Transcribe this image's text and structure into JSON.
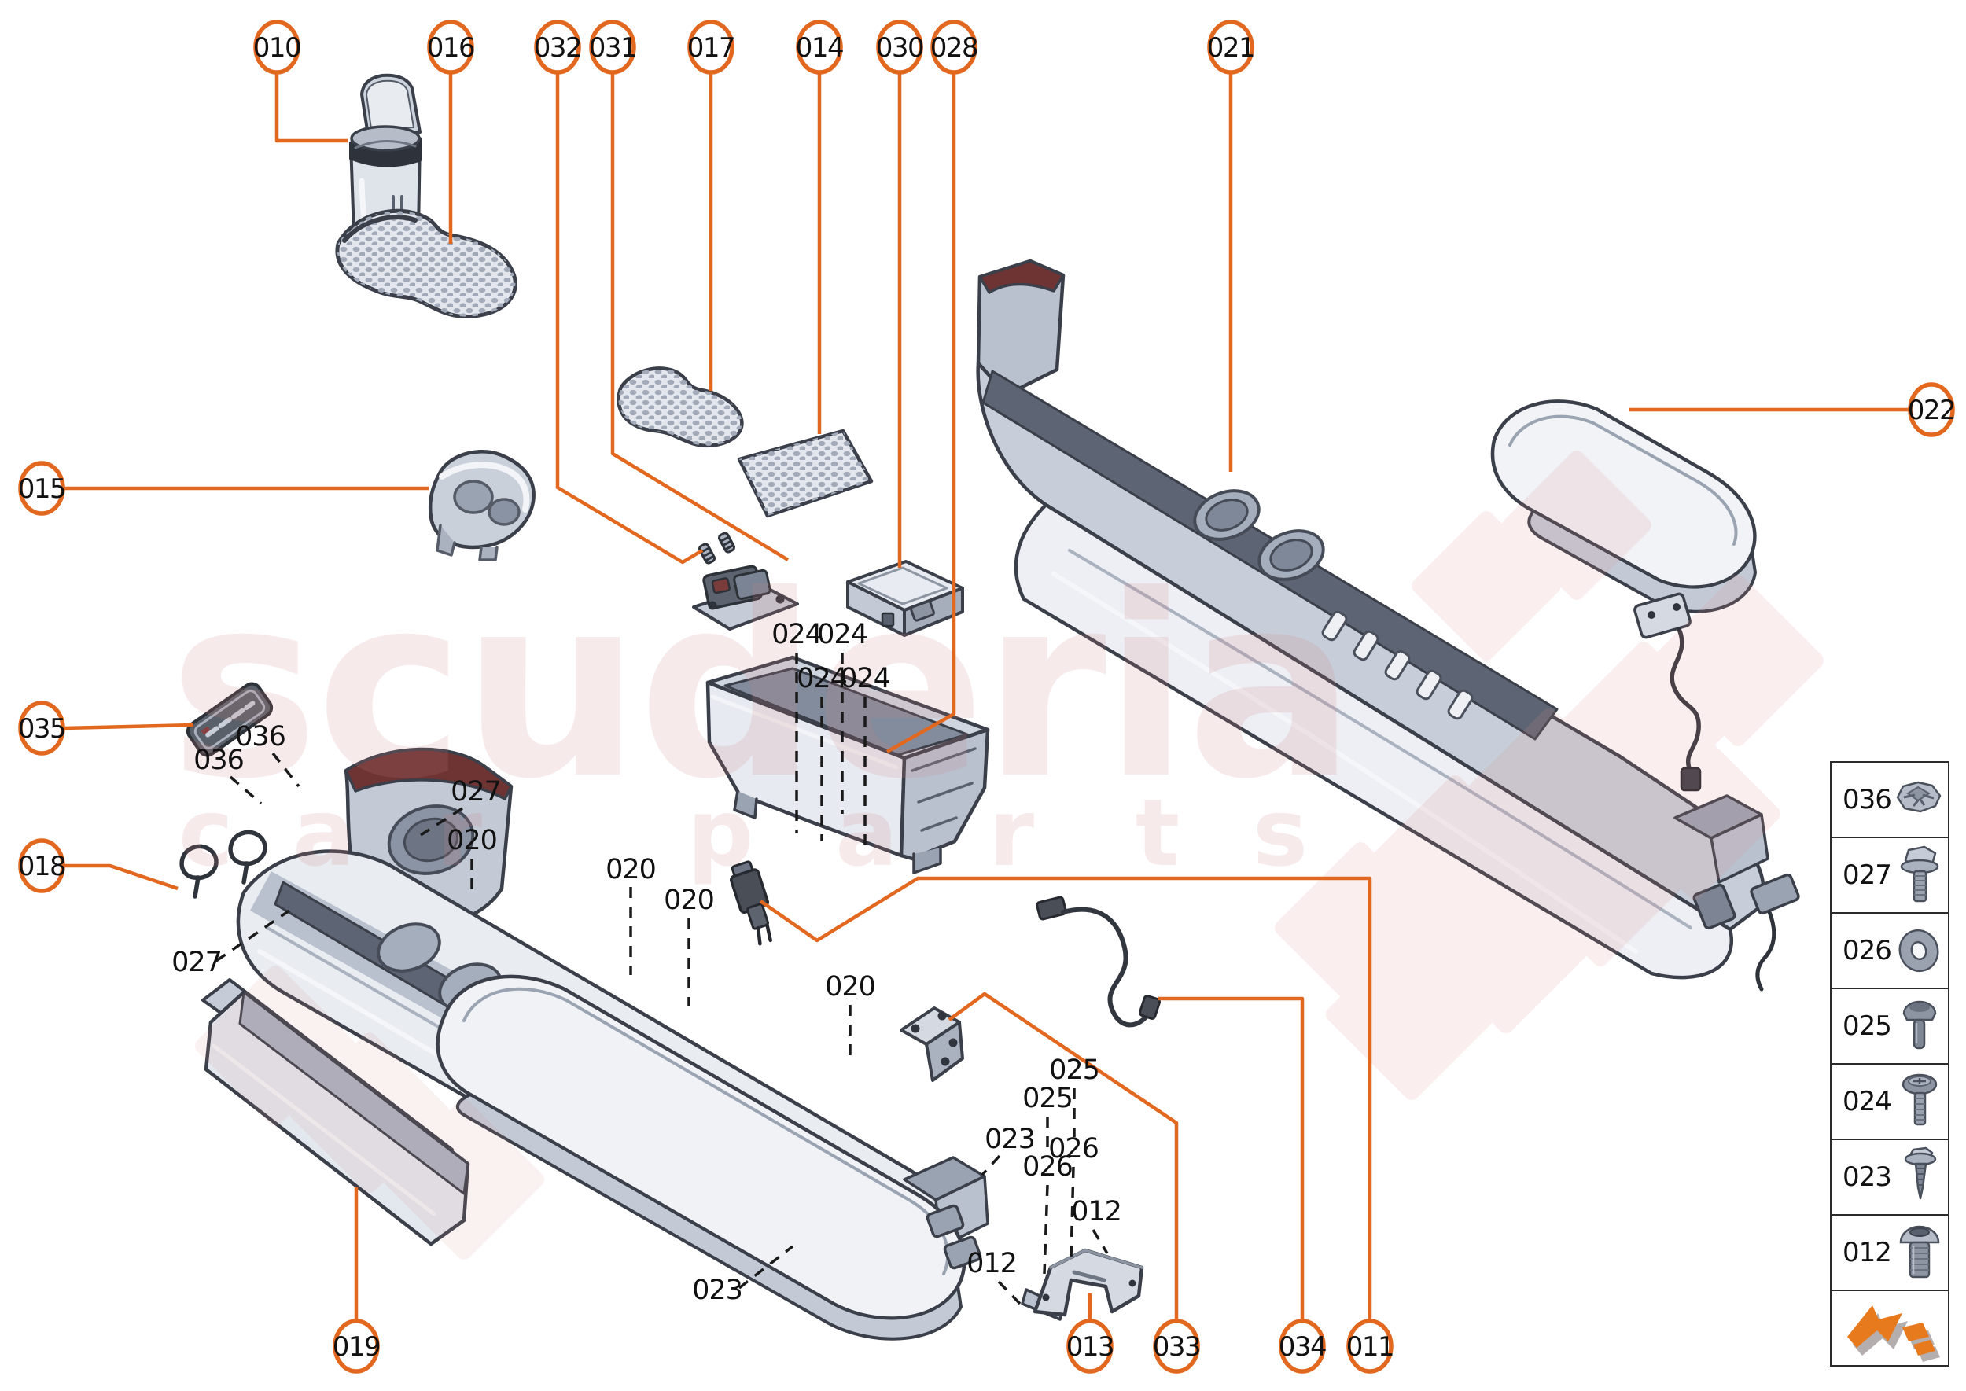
{
  "colors": {
    "accent": "#E2671F",
    "label_text": "#111111",
    "dashed_line": "#1a1a1a",
    "watermark_pink": "#cf8080",
    "table_border": "#2b2b2b",
    "logo_orange": "#e87a1e"
  },
  "callouts": [
    {
      "label": "010"
    },
    {
      "label": "016"
    },
    {
      "label": "032"
    },
    {
      "label": "031"
    },
    {
      "label": "017"
    },
    {
      "label": "014"
    },
    {
      "label": "030"
    },
    {
      "label": "028"
    },
    {
      "label": "021"
    },
    {
      "label": "022"
    },
    {
      "label": "015"
    },
    {
      "label": "035"
    },
    {
      "label": "018"
    },
    {
      "label": "019"
    },
    {
      "label": "013"
    },
    {
      "label": "033"
    },
    {
      "label": "034"
    },
    {
      "label": "011"
    }
  ],
  "inline_labels": [
    {
      "text": "036"
    },
    {
      "text": "036"
    },
    {
      "text": "027"
    },
    {
      "text": "020"
    },
    {
      "text": "020"
    },
    {
      "text": "020"
    },
    {
      "text": "020"
    },
    {
      "text": "027"
    },
    {
      "text": "024"
    },
    {
      "text": "024"
    },
    {
      "text": "024"
    },
    {
      "text": "024"
    },
    {
      "text": "025"
    },
    {
      "text": "025"
    },
    {
      "text": "026"
    },
    {
      "text": "026"
    },
    {
      "text": "023"
    },
    {
      "text": "012"
    },
    {
      "text": "012"
    },
    {
      "text": "023"
    }
  ],
  "legend": {
    "rows": [
      {
        "label": "036",
        "icon": "push-nut-icon"
      },
      {
        "label": "027",
        "icon": "flange-bolt-icon"
      },
      {
        "label": "026",
        "icon": "washer-icon"
      },
      {
        "label": "025",
        "icon": "rivet-icon"
      },
      {
        "label": "024",
        "icon": "pan-head-screw-icon"
      },
      {
        "label": "023",
        "icon": "self-tapping-screw-icon"
      },
      {
        "label": "012",
        "icon": "button-head-bolt-icon"
      }
    ],
    "logo": "scuderia-arrow-logo"
  },
  "watermark": {
    "word_main": "scuderia",
    "sub_left": [
      "c",
      "a",
      "r"
    ],
    "sub_right": [
      "p",
      "a",
      "r",
      "t",
      "s"
    ]
  }
}
